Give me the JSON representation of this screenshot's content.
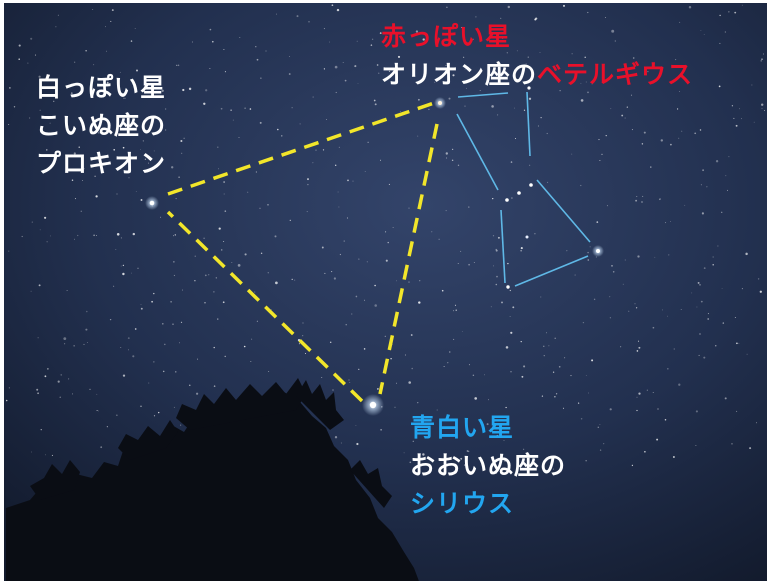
{
  "procyon": {
    "line1": "白っぽい星",
    "line2": "こいぬ座の",
    "line3": "プロキオン"
  },
  "betelgeuse": {
    "line1": "赤っぽい星",
    "line2_prefix": "オリオン座の",
    "line2_name": "ベテルギウス"
  },
  "sirius": {
    "line1": "青白い星",
    "line2": "おおいぬ座の",
    "line3": "シリウス"
  },
  "colors": {
    "label_white": "#ffffff",
    "label_red": "#e8102a",
    "label_blue": "#22a6f0",
    "triangle_line": "#f2e62a",
    "constellation_line": "#5fb8e6",
    "sky": "#1d2a45"
  }
}
